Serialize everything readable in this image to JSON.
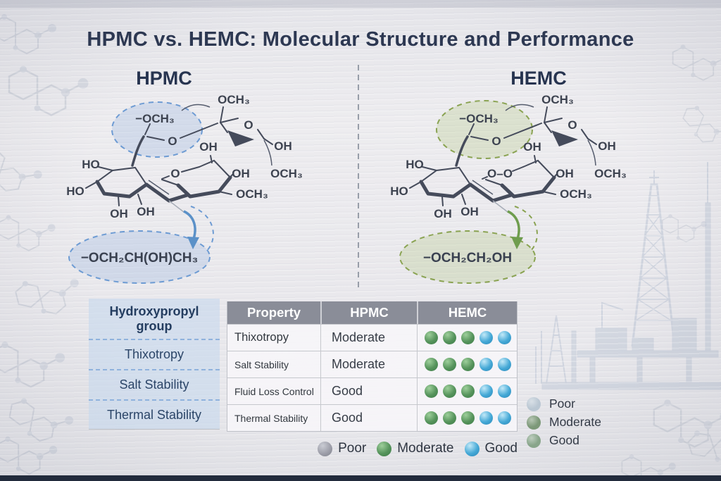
{
  "page": {
    "title": "HPMC vs. HEMC: Molecular Structure and Performance"
  },
  "structures": {
    "hpmc": {
      "name": "HPMC",
      "highlight_color": "#6d9bd3",
      "labels": {
        "och3_top": "OCH₃",
        "methoxy": "−OCH₃",
        "o_link": "O",
        "o_top": "O",
        "oh_top": "OH",
        "oh_right_top": "OH",
        "ho_upper": "HO",
        "ho_lower": "HO",
        "o_ring": "O",
        "oh_mid": "OH",
        "och3_right": "OCH₃",
        "och3_lower": "OCH₃",
        "oh_bottom1": "OH",
        "oh_bottom2": "OH"
      },
      "group_formula": "−OCH₂CH(OH)CH₃"
    },
    "hemc": {
      "name": "HEMC",
      "highlight_color": "#8aa352",
      "labels": {
        "och3_top": "OCH₃",
        "methoxy": "−OCH₃",
        "o_link": "O",
        "o_top": "O",
        "oh_top": "OH",
        "oh_right_top": "OH",
        "ho_upper": "HO",
        "ho_lower": "HO",
        "o_ring": "O–O",
        "oh_mid": "OH",
        "och3_right": "OCH₃",
        "och3_lower": "OCH₃",
        "oh_bottom1": "OH",
        "oh_bottom2": "OH"
      },
      "group_formula": "−OCH₂CH₂OH"
    }
  },
  "side_panel": {
    "items": [
      "Hydroxypropyl group",
      "Thixotropy",
      "Salt Stability",
      "Thermal Stability"
    ]
  },
  "table": {
    "headers": [
      "Property",
      "HPMC",
      "HEMC"
    ],
    "rows": [
      {
        "property": "Thixotropy",
        "hpmc": "Moderate",
        "hemc_dots": [
          "moderate",
          "moderate",
          "moderate",
          "good",
          "good"
        ]
      },
      {
        "property": "Salt Stability",
        "hpmc": "Moderate",
        "hemc_dots": [
          "moderate",
          "moderate",
          "moderate",
          "good",
          "good"
        ]
      },
      {
        "property": "Fluid Loss Control",
        "hpmc": "Good",
        "hemc_dots": [
          "moderate",
          "moderate",
          "moderate",
          "good",
          "good"
        ]
      },
      {
        "property": "Thermal Stability",
        "hpmc": "Good",
        "hemc_dots": [
          "moderate",
          "moderate",
          "moderate",
          "good",
          "good"
        ]
      }
    ],
    "dot_colors": {
      "poor": "#9a9ba6",
      "moderate": "#55935b",
      "good": "#44a8d6"
    }
  },
  "bottom_legend": [
    {
      "label": "Poor",
      "key": "poor"
    },
    {
      "label": "Moderate",
      "key": "moderate"
    },
    {
      "label": "Good",
      "key": "good"
    }
  ],
  "right_legend": [
    {
      "label": "Poor",
      "color": "#bac7d3"
    },
    {
      "label": "Moderate",
      "color": "#7c9878"
    },
    {
      "label": "Good",
      "color": "#88a58a"
    }
  ]
}
